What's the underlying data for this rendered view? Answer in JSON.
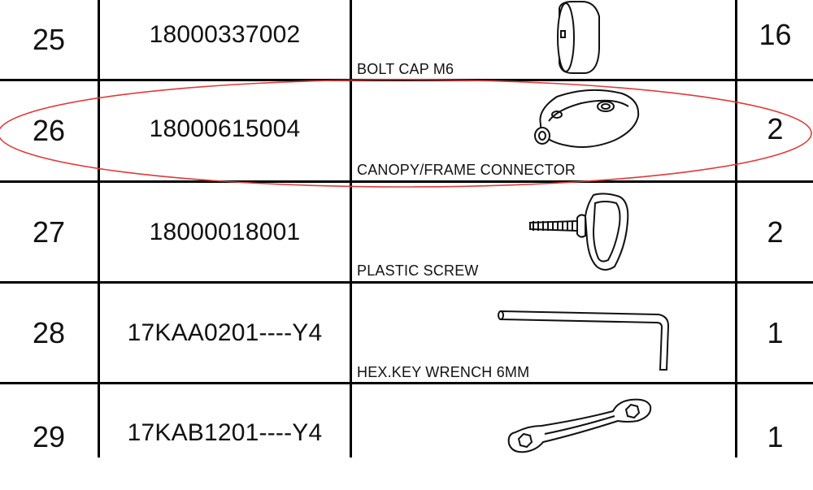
{
  "rows": [
    {
      "num": "25",
      "part": "18000337002",
      "desc": "BOLT CAP M6",
      "qty": "16",
      "icon": "bolt-cap-icon"
    },
    {
      "num": "26",
      "part": "18000615004",
      "desc": "CANOPY/FRAME CONNECTOR",
      "qty": "2",
      "icon": "connector-icon"
    },
    {
      "num": "27",
      "part": "18000018001",
      "desc": "PLASTIC SCREW",
      "qty": "2",
      "icon": "plastic-screw-icon"
    },
    {
      "num": "28",
      "part": "17KAA0201----Y4",
      "desc": "HEX.KEY WRENCH 6MM",
      "qty": "1",
      "icon": "hex-key-icon"
    },
    {
      "num": "29",
      "part": "17KAB1201----Y4",
      "desc": "",
      "qty": "1",
      "icon": "wrench-icon"
    }
  ],
  "highlight": {
    "row": "26",
    "color": "#e03a3a"
  }
}
